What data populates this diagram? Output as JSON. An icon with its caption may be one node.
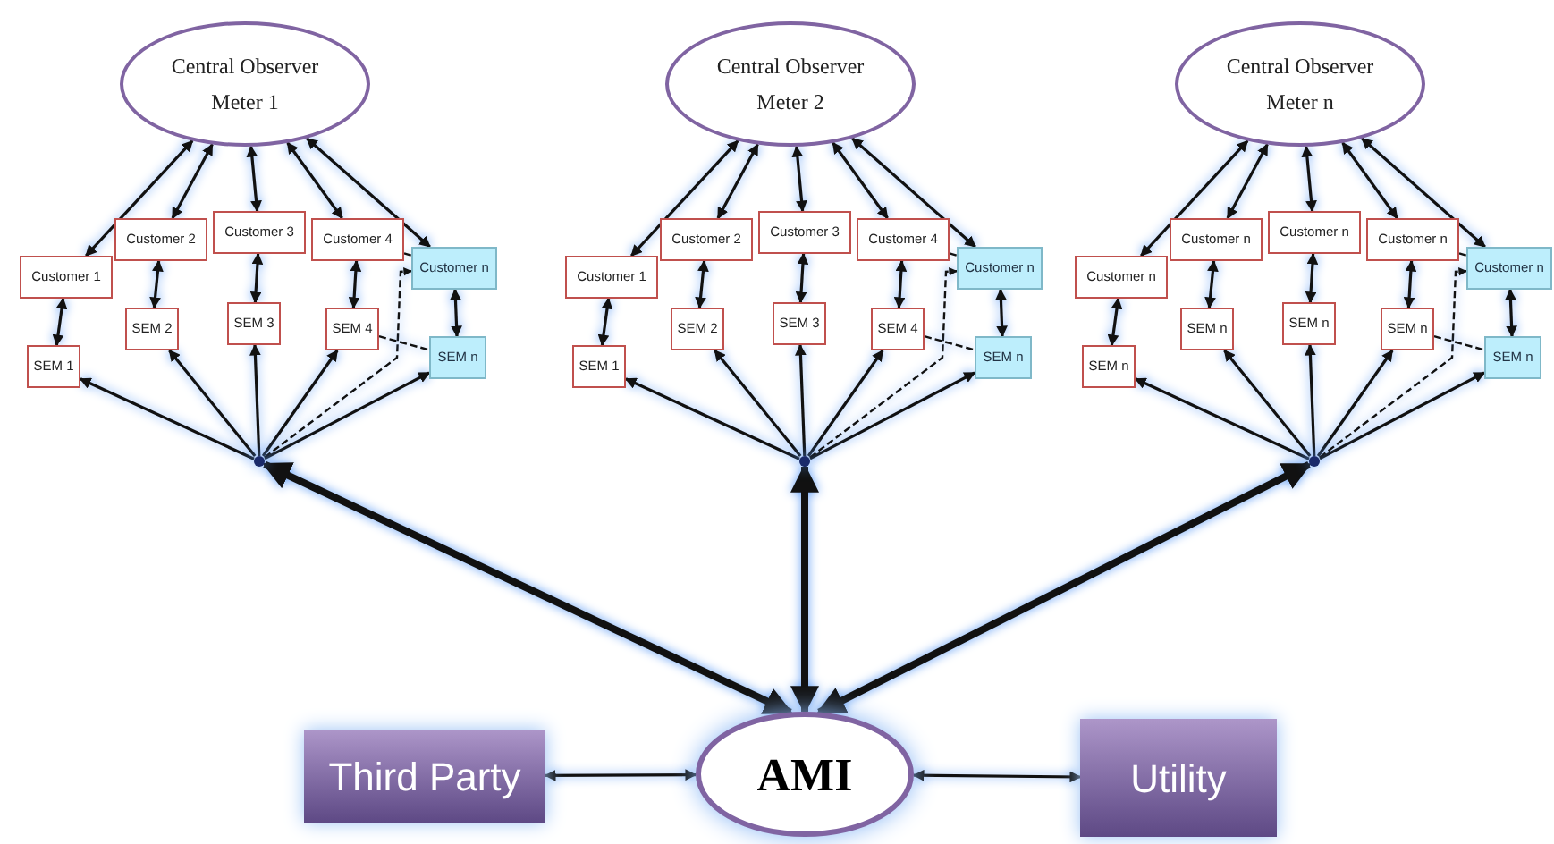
{
  "diagram": {
    "nodes": [
      {
        "text": [
          "Central Observer Meter 1"
        ]
      },
      {
        "text": [
          "Customer 1"
        ]
      },
      {
        "text": [
          "Customer 2"
        ]
      },
      {
        "text": [
          "Customer 3"
        ]
      },
      {
        "text": [
          "Customer 4"
        ]
      },
      {
        "text": [
          "Customer n"
        ]
      },
      {
        "text": [
          "SEM 1"
        ]
      },
      {
        "text": [
          "SEM 2"
        ]
      },
      {
        "text": [
          "SEM 3"
        ]
      },
      {
        "text": [
          "SEM 4"
        ]
      },
      {
        "text": [
          "SEM n"
        ]
      },
      {
        "text": [
          "Central Observer Meter 2"
        ]
      },
      {
        "text": [
          "Customer 1"
        ]
      },
      {
        "text": [
          "Customer 2"
        ]
      },
      {
        "text": [
          "Customer 3"
        ]
      },
      {
        "text": [
          "Customer 4"
        ]
      },
      {
        "text": [
          "Customer n"
        ]
      },
      {
        "text": [
          "SEM 1"
        ]
      },
      {
        "text": [
          "SEM 2"
        ]
      },
      {
        "text": [
          "SEM 3"
        ]
      },
      {
        "text": [
          "SEM 4"
        ]
      },
      {
        "text": [
          "SEM n"
        ]
      },
      {
        "text": [
          "Central Observer Meter n"
        ]
      },
      {
        "text": [
          "Customer n"
        ]
      },
      {
        "text": [
          "Customer n"
        ]
      },
      {
        "text": [
          "Customer n"
        ]
      },
      {
        "text": [
          "Customer n"
        ]
      },
      {
        "text": [
          "Customer n"
        ]
      },
      {
        "text": [
          "SEM n"
        ]
      },
      {
        "text": [
          "SEM n"
        ]
      },
      {
        "text": [
          "SEM n"
        ]
      },
      {
        "text": [
          "SEM n"
        ]
      },
      {
        "text": [
          "SEM n"
        ]
      },
      {
        "text": [
          "Third Party"
        ]
      },
      {
        "text": [
          "AMI"
        ]
      },
      {
        "text": [
          "Utility"
        ]
      },
      {
        "text": [],
        "shape": "point"
      },
      {
        "text": [],
        "shape": "point"
      },
      {
        "text": [],
        "shape": "point"
      }
    ],
    "edges": [
      {
        "from": 0,
        "to": 1,
        "arrow": "both"
      },
      {
        "from": 0,
        "to": 2,
        "arrow": "both"
      },
      {
        "from": 0,
        "to": 3,
        "arrow": "both"
      },
      {
        "from": 0,
        "to": 4,
        "arrow": "both"
      },
      {
        "from": 0,
        "to": 5,
        "arrow": "both"
      },
      {
        "from": 1,
        "to": 6,
        "arrow": "both"
      },
      {
        "from": 2,
        "to": 7,
        "arrow": "both"
      },
      {
        "from": 3,
        "to": 8,
        "arrow": "both"
      },
      {
        "from": 4,
        "to": 9,
        "arrow": "both"
      },
      {
        "from": 5,
        "to": 10,
        "arrow": "both"
      },
      {
        "from": 36,
        "to": 6,
        "arrow": "to"
      },
      {
        "from": 36,
        "to": 7,
        "arrow": "to"
      },
      {
        "from": 36,
        "to": 8,
        "arrow": "to"
      },
      {
        "from": 36,
        "to": 9,
        "arrow": "to"
      },
      {
        "from": 36,
        "to": 10,
        "arrow": "to"
      },
      {
        "from": 36,
        "to": 5,
        "arrow": "to",
        "style": "dashed"
      },
      {
        "from": 4,
        "to": 5,
        "arrow": "none",
        "style": "dashed"
      },
      {
        "from": 9,
        "to": 10,
        "arrow": "none",
        "style": "dashed"
      },
      {
        "from": 11,
        "to": 12,
        "arrow": "both"
      },
      {
        "from": 11,
        "to": 13,
        "arrow": "both"
      },
      {
        "from": 11,
        "to": 14,
        "arrow": "both"
      },
      {
        "from": 11,
        "to": 15,
        "arrow": "both"
      },
      {
        "from": 11,
        "to": 16,
        "arrow": "both"
      },
      {
        "from": 12,
        "to": 17,
        "arrow": "both"
      },
      {
        "from": 13,
        "to": 18,
        "arrow": "both"
      },
      {
        "from": 14,
        "to": 19,
        "arrow": "both"
      },
      {
        "from": 15,
        "to": 20,
        "arrow": "both"
      },
      {
        "from": 16,
        "to": 21,
        "arrow": "both"
      },
      {
        "from": 37,
        "to": 17,
        "arrow": "to"
      },
      {
        "from": 37,
        "to": 18,
        "arrow": "to"
      },
      {
        "from": 37,
        "to": 19,
        "arrow": "to"
      },
      {
        "from": 37,
        "to": 20,
        "arrow": "to"
      },
      {
        "from": 37,
        "to": 21,
        "arrow": "to"
      },
      {
        "from": 37,
        "to": 16,
        "arrow": "to",
        "style": "dashed"
      },
      {
        "from": 15,
        "to": 16,
        "arrow": "none",
        "style": "dashed"
      },
      {
        "from": 20,
        "to": 21,
        "arrow": "none",
        "style": "dashed"
      },
      {
        "from": 22,
        "to": 23,
        "arrow": "both"
      },
      {
        "from": 22,
        "to": 24,
        "arrow": "both"
      },
      {
        "from": 22,
        "to": 25,
        "arrow": "both"
      },
      {
        "from": 22,
        "to": 26,
        "arrow": "both"
      },
      {
        "from": 22,
        "to": 27,
        "arrow": "both"
      },
      {
        "from": 23,
        "to": 28,
        "arrow": "both"
      },
      {
        "from": 24,
        "to": 29,
        "arrow": "both"
      },
      {
        "from": 25,
        "to": 30,
        "arrow": "both"
      },
      {
        "from": 26,
        "to": 31,
        "arrow": "both"
      },
      {
        "from": 27,
        "to": 32,
        "arrow": "both"
      },
      {
        "from": 38,
        "to": 28,
        "arrow": "to"
      },
      {
        "from": 38,
        "to": 29,
        "arrow": "to"
      },
      {
        "from": 38,
        "to": 30,
        "arrow": "to"
      },
      {
        "from": 38,
        "to": 31,
        "arrow": "to"
      },
      {
        "from": 38,
        "to": 32,
        "arrow": "to"
      },
      {
        "from": 38,
        "to": 27,
        "arrow": "to",
        "style": "dashed"
      },
      {
        "from": 26,
        "to": 27,
        "arrow": "none",
        "style": "dashed"
      },
      {
        "from": 31,
        "to": 32,
        "arrow": "none",
        "style": "dashed"
      },
      {
        "from": 33,
        "to": 34,
        "arrow": "both"
      },
      {
        "from": 34,
        "to": 35,
        "arrow": "both"
      },
      {
        "from": 34,
        "to": 36,
        "arrow": "both",
        "style": "thick"
      },
      {
        "from": 34,
        "to": 37,
        "arrow": "both",
        "style": "thick"
      },
      {
        "from": 34,
        "to": 38,
        "arrow": "both",
        "style": "thick"
      }
    ]
  }
}
